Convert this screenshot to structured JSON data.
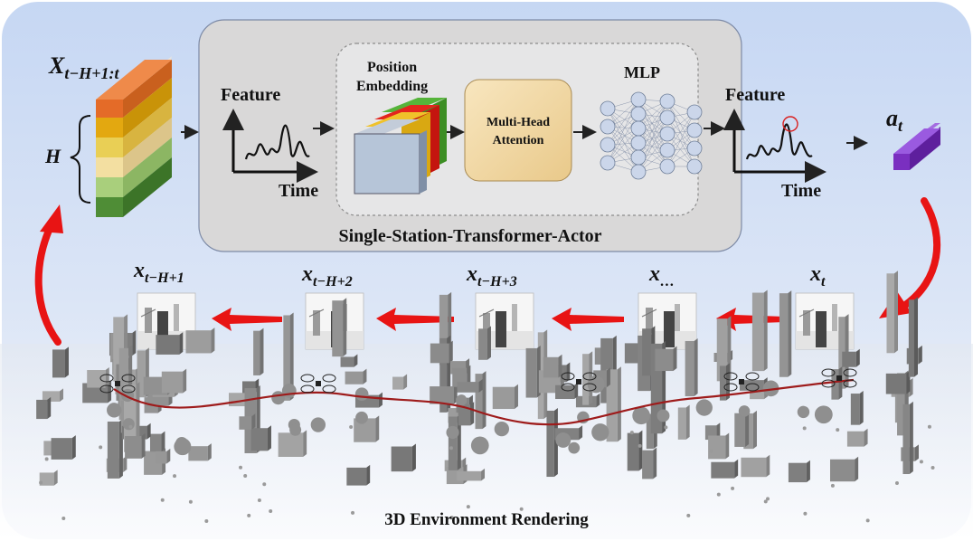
{
  "colors": {
    "background_top": "#c9d9f4",
    "background_bottom": "#eef3fb",
    "panel_fill": "#d9d8d8",
    "arrow_red": "#e81414",
    "action_purple": "#7a2fc0",
    "attention_fill": "#f2d9a4",
    "trajectory": "#9e1b1b"
  },
  "input_stack": {
    "label_main": "X",
    "label_sub": "t−H+1:t",
    "height_label": "H"
  },
  "transformer": {
    "title": "Single-Station-Transformer-Actor",
    "plot_in": {
      "y_label": "Feature",
      "x_label": "Time"
    },
    "position_embedding": {
      "line1": "Position",
      "line2": "Embedding"
    },
    "attention": {
      "line1": "Multi-Head",
      "line2": "Attention"
    },
    "mlp_label": "MLP",
    "plot_out": {
      "y_label": "Feature",
      "x_label": "Time"
    }
  },
  "action": {
    "label_main": "a",
    "label_sub": "t"
  },
  "frames": [
    {
      "main": "x",
      "sub": "t−H+1"
    },
    {
      "main": "x",
      "sub": "t−H+2"
    },
    {
      "main": "x",
      "sub": "t−H+3"
    },
    {
      "main": "x",
      "sub": "…"
    },
    {
      "main": "x",
      "sub": "t"
    }
  ],
  "environment": {
    "caption": "3D Environment Rendering"
  },
  "icons": [
    "curved-arrow-icon",
    "right-arrow-icon",
    "brace-icon",
    "drone-icon",
    "neural-network-icon",
    "cube-stack-icon"
  ]
}
